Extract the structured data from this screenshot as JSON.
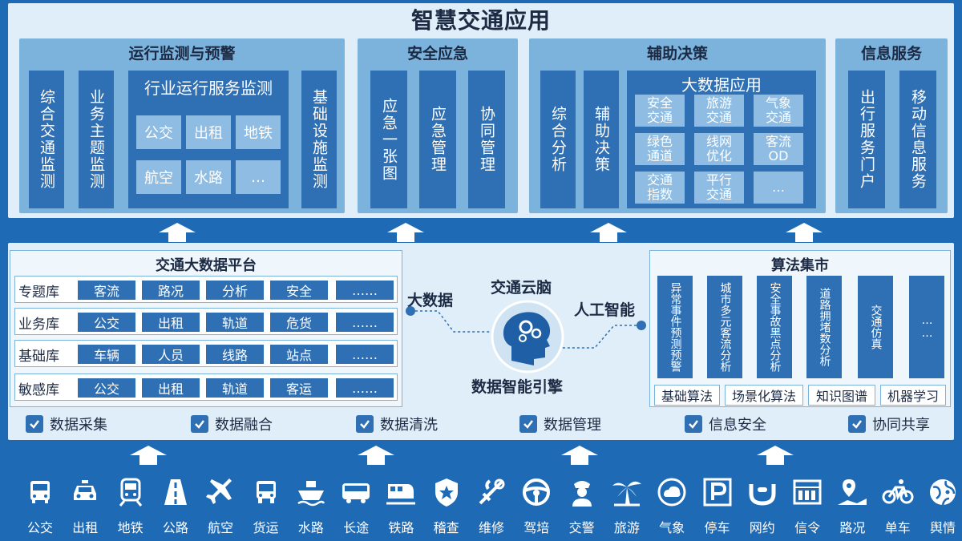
{
  "title": "智慧交通应用",
  "top": {
    "monitor": {
      "title": "运行监测与预警",
      "col1": "综合交通监测",
      "col2": "业务主题监测",
      "industry": {
        "title": "行业运行服务监测",
        "items": [
          "公交",
          "出租",
          "地铁",
          "航空",
          "水路",
          "…"
        ]
      },
      "col3": "基础设施监测"
    },
    "emergency": {
      "title": "安全应急",
      "cols": [
        "应急一张图",
        "应急管理",
        "协同管理"
      ]
    },
    "decision": {
      "title": "辅助决策",
      "cols": [
        "综合分析",
        "辅助决策"
      ],
      "bigdata": {
        "title": "大数据应用",
        "items": [
          "安全\n交通",
          "旅游\n交通",
          "气象\n交通",
          "绿色\n通道",
          "线网\n优化",
          "客流\nOD",
          "交通\n指数",
          "平行\n交通",
          "…"
        ]
      }
    },
    "info": {
      "title": "信息服务",
      "cols": [
        "出行服务门户",
        "移动信息服务"
      ]
    }
  },
  "platform": {
    "title": "交通大数据平台",
    "rows": [
      {
        "label": "专题库",
        "cells": [
          "客流",
          "路况",
          "分析",
          "安全",
          "……"
        ]
      },
      {
        "label": "业务库",
        "cells": [
          "公交",
          "出租",
          "轨道",
          "危货",
          "……"
        ]
      },
      {
        "label": "基础库",
        "cells": [
          "车辆",
          "人员",
          "线路",
          "站点",
          "……"
        ]
      },
      {
        "label": "敏感库",
        "cells": [
          "公交",
          "出租",
          "轨道",
          "客运",
          "……"
        ]
      }
    ]
  },
  "brain": {
    "title": "交通云脑",
    "left": "大数据",
    "right": "人工智能",
    "engine": "数据智能引擎"
  },
  "algo": {
    "title": "算法集市",
    "cols": [
      "异常事件预测预警",
      "城市多元客流分析",
      "安全事故黑点分析",
      "道路拥堵数分析",
      "交通仿真",
      "……"
    ],
    "tags": [
      "基础算法",
      "场景化算法",
      "知识图谱",
      "机器学习"
    ]
  },
  "checks": [
    "数据采集",
    "数据融合",
    "数据清洗",
    "数据管理",
    "信息安全",
    "协同共享"
  ],
  "sources": [
    {
      "icon": "bus-icon",
      "label": "公交"
    },
    {
      "icon": "taxi-icon",
      "label": "出租"
    },
    {
      "icon": "subway-icon",
      "label": "地铁"
    },
    {
      "icon": "road-icon",
      "label": "公路"
    },
    {
      "icon": "plane-icon",
      "label": "航空"
    },
    {
      "icon": "truck-icon",
      "label": "货运"
    },
    {
      "icon": "ship-icon",
      "label": "水路"
    },
    {
      "icon": "coach-icon",
      "label": "长途"
    },
    {
      "icon": "train-icon",
      "label": "铁路"
    },
    {
      "icon": "badge-icon",
      "label": "稽查"
    },
    {
      "icon": "wrench-icon",
      "label": "维修"
    },
    {
      "icon": "steering-wheel-icon",
      "label": "驾培"
    },
    {
      "icon": "police-icon",
      "label": "交警"
    },
    {
      "icon": "palm-icon",
      "label": "旅游"
    },
    {
      "icon": "weather-icon",
      "label": "气象"
    },
    {
      "icon": "parking-icon",
      "label": "停车"
    },
    {
      "icon": "ride-hailing-icon",
      "label": "网约"
    },
    {
      "icon": "signal-icon",
      "label": "信令"
    },
    {
      "icon": "route-icon",
      "label": "路况"
    },
    {
      "icon": "bicycle-icon",
      "label": "单车"
    },
    {
      "icon": "globe-icon",
      "label": "舆情"
    }
  ],
  "colors": {
    "background": "#1f6ab5",
    "panel": "#dfeef8",
    "module": "#7bb3dd",
    "box": "#2f6fb4",
    "chip": "#8ebce2"
  }
}
